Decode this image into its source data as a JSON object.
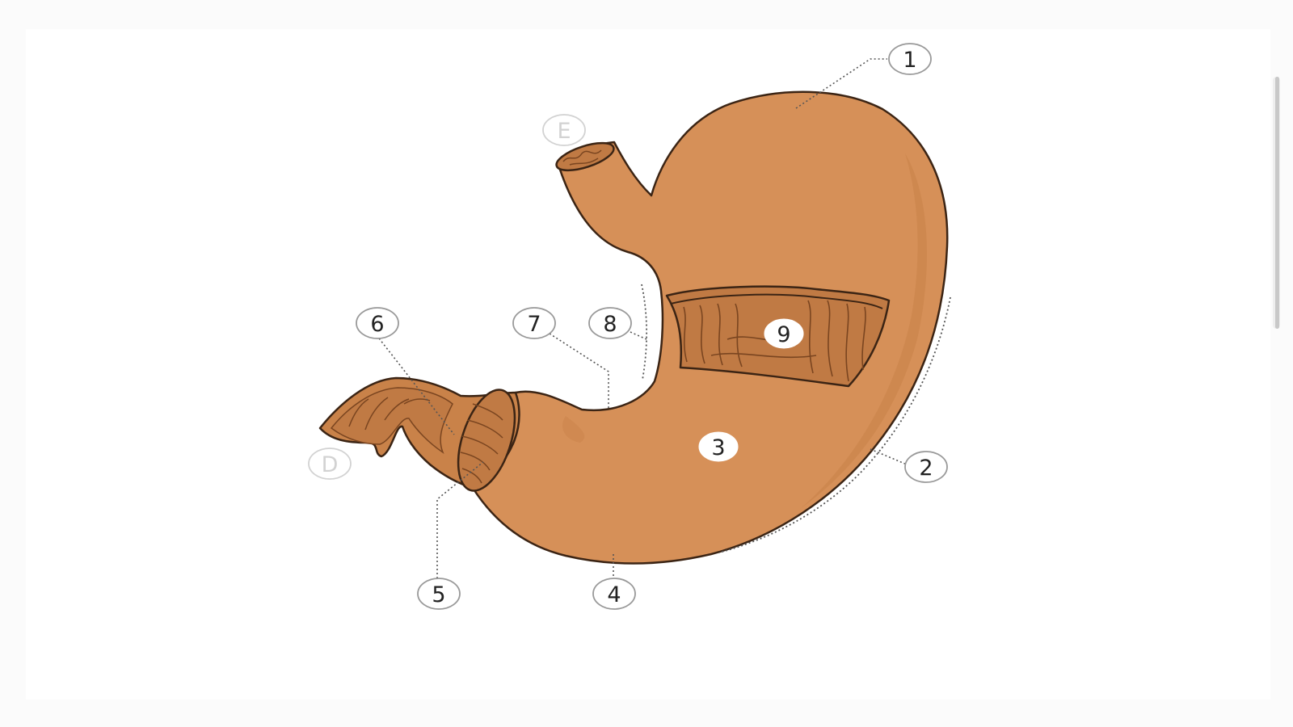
{
  "labels": {
    "n1": "1",
    "n2": "2",
    "n3": "3",
    "n4": "4",
    "n5": "5",
    "n6": "6",
    "n7": "7",
    "n8": "8",
    "n9": "9",
    "E": "E",
    "D": "D"
  },
  "colors": {
    "stomach_fill": "#d69058",
    "stomach_shade": "#c98249",
    "outline": "#3b2414",
    "mucosa_fill": "#c07a44",
    "fold_line": "#7a4520",
    "label_border": "#999999",
    "faded_label": "#d2d2d2",
    "leader": "#555555"
  }
}
